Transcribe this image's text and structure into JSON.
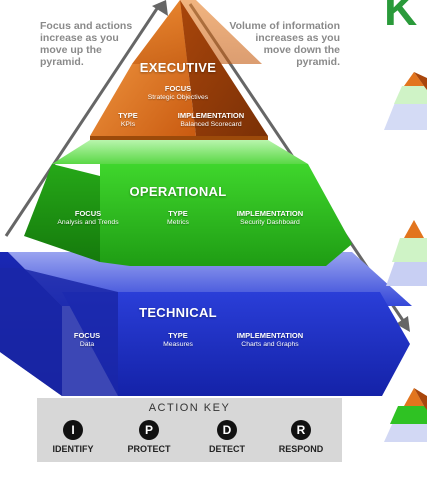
{
  "notes": {
    "left": [
      "Focus and actions",
      "increase as you",
      "move up the",
      "pyramid."
    ],
    "right": [
      "Volume of information",
      "increases as you",
      "move down the",
      "pyramid."
    ]
  },
  "levels": {
    "executive": {
      "title": "EXECUTIVE",
      "focus_label": "FOCUS",
      "focus_value": "Strategic Objectives",
      "type_label": "TYPE",
      "type_value": "KPIs",
      "impl_label": "IMPLEMENTATION",
      "impl_value": "Balanced Scorecard",
      "color": "#e2751e"
    },
    "operational": {
      "title": "OPERATIONAL",
      "focus_label": "FOCUS",
      "focus_value": "Analysis and Trends",
      "type_label": "TYPE",
      "type_value": "Metrics",
      "impl_label": "IMPLEMENTATION",
      "impl_value": "Security Dashboard",
      "color": "#2fc223"
    },
    "technical": {
      "title": "TECHNICAL",
      "focus_label": "FOCUS",
      "focus_value": "Data",
      "type_label": "TYPE",
      "type_value": "Measures",
      "impl_label": "IMPLEMENTATION",
      "impl_value": "Charts and Graphs",
      "color": "#1e2fc9"
    }
  },
  "action_key": {
    "title": "ACTION KEY",
    "items": [
      {
        "letter": "I",
        "label": "IDENTIFY"
      },
      {
        "letter": "P",
        "label": "PROTECT"
      },
      {
        "letter": "D",
        "label": "DETECT"
      },
      {
        "letter": "R",
        "label": "RESPOND"
      }
    ]
  },
  "corner_letter": "K"
}
